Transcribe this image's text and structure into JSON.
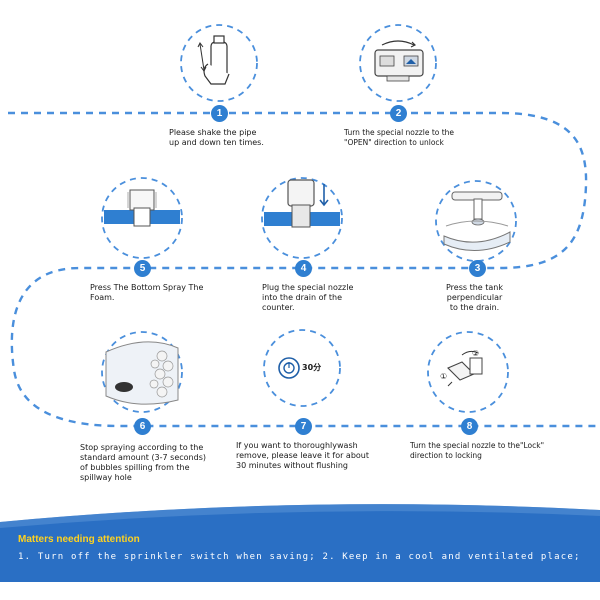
{
  "steps": [
    {
      "number": "1",
      "caption": "Please shake the pipe\nup and down ten times."
    },
    {
      "number": "2",
      "caption": "Turn the special  nozzle to the\n\"OPEN\" direction to unlock"
    },
    {
      "number": "3",
      "caption": "Press the tank\nperpendicular\nto the drain."
    },
    {
      "number": "4",
      "caption": "Plug the special nozzle\ninto the drain  of the\ncounter."
    },
    {
      "number": "5",
      "caption": "Press The Bottom Spray The\nFoam."
    },
    {
      "number": "6",
      "caption": "Stop spraying according to the\nstandard amount (3-7 seconds)\nof bubbles spilling from the\nspillway hole"
    },
    {
      "number": "7",
      "caption": "If you want to thoroughlywash\nremove, please leave it for about\n30 minutes without flushing"
    },
    {
      "number": "8",
      "caption": "Turn the special nozzle to the\"Lock\"\ndirection to locking"
    }
  ],
  "icon_labels": {
    "timer": "30分",
    "lock_step_a": "②",
    "lock_step_b": "①"
  },
  "footer": {
    "title": "Matters needing attention",
    "text": "1. Turn off the sprinkler switch when saving; 2. Keep in a cool and ventilated place;"
  },
  "colors": {
    "accent": "#2f7fd1",
    "dash": "#4a8fdc",
    "footer_bg": "#2a6fc4",
    "footer_title": "#ffd21f"
  }
}
